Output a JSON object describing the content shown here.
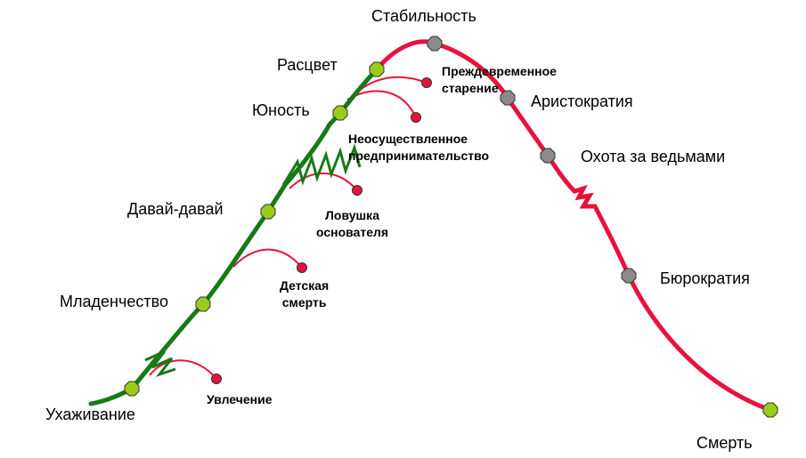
{
  "stages": [
    {
      "label": "Ухаживание",
      "phase": "growth"
    },
    {
      "label": "Младенчество",
      "phase": "growth"
    },
    {
      "label": "Давай-давай",
      "phase": "growth"
    },
    {
      "label": "Юность",
      "phase": "growth"
    },
    {
      "label": "Расцвет",
      "phase": "growth"
    },
    {
      "label": "Стабильность",
      "phase": "aging"
    },
    {
      "label": "Аристократия",
      "phase": "aging"
    },
    {
      "label": "Охота за ведьмами",
      "phase": "aging"
    },
    {
      "label": "Бюрократия",
      "phase": "aging"
    },
    {
      "label": "Смерть",
      "phase": "end"
    }
  ],
  "traps": [
    {
      "label": "Увлечение"
    },
    {
      "label": "Детская смерть",
      "lines": [
        "Детская",
        "смерть"
      ]
    },
    {
      "label": "Ловушка основателя",
      "lines": [
        "Ловушка",
        "основателя"
      ]
    },
    {
      "label": "Неосуществленное предпринимательство",
      "lines": [
        "Неосуществленное",
        "предпринимательство"
      ]
    },
    {
      "label": "Преждевременное старение",
      "lines": [
        "Преждевременное",
        "старение"
      ]
    }
  ],
  "colors": {
    "growth_curve": "#157a17",
    "aging_curve": "#e8123e",
    "growth_node": "#9acd1a",
    "aging_node": "#8a8a8a",
    "trap_node": "#e8123e",
    "trap_line": "#e8123e"
  }
}
